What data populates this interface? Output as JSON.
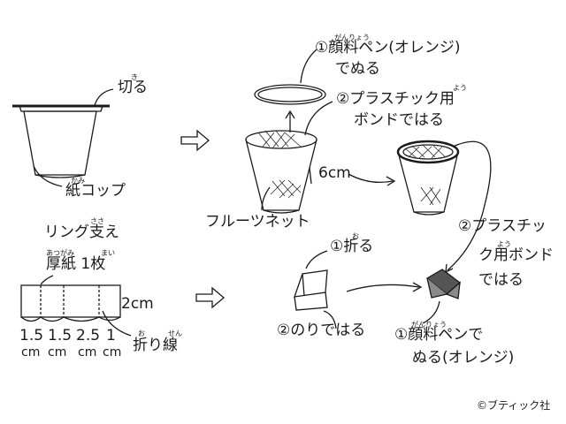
{
  "labels": {
    "cut": "切る",
    "cut_ruby": "き",
    "paper_cup": "紙コップ",
    "paper_cup_ruby": "かみ",
    "ring_support": "リング支え",
    "ring_support_ruby": "ささ",
    "cardboard": "厚紙 1枚",
    "cardboard_ruby_a": "あつがみ",
    "cardboard_ruby_b": "まい",
    "two_cm": "2cm",
    "fold_line": "折り線",
    "fold_line_ruby_a": "お",
    "fold_line_ruby_b": "せん",
    "dim_values": [
      "1.5",
      "1.5",
      "2.5",
      "1"
    ],
    "dim_units": [
      "cm",
      "cm",
      "cm",
      "cm"
    ],
    "step1_paint_line1": "①顔料ペン(オレンジ)",
    "step1_paint_ruby": "がんりょう",
    "step1_paint_line2": "でぬる",
    "step2_glue_line1": "②プラスチック用",
    "step2_glue_ruby": "よう",
    "step2_glue_line2": "ボンドではる",
    "six_cm": "6cm",
    "fruit_net": "フルーツネット",
    "right_glue_line1": "②プラスチッ",
    "right_glue_line2": "ク用ボンド",
    "right_glue_ruby": "よう",
    "right_glue_line3": "ではる",
    "fold": "①折る",
    "fold_ruby": "お",
    "glue_stick": "②のりではる",
    "bottom_paint_line1": "①顔料ペンで",
    "bottom_paint_ruby": "がんりょう",
    "bottom_paint_line2": "ぬる(オレンジ)",
    "copyright": "©ブティック社"
  },
  "colors": {
    "ink": "#1a1a1a",
    "fill_dark": "#555555",
    "fill_mid": "#8a8a8a"
  }
}
